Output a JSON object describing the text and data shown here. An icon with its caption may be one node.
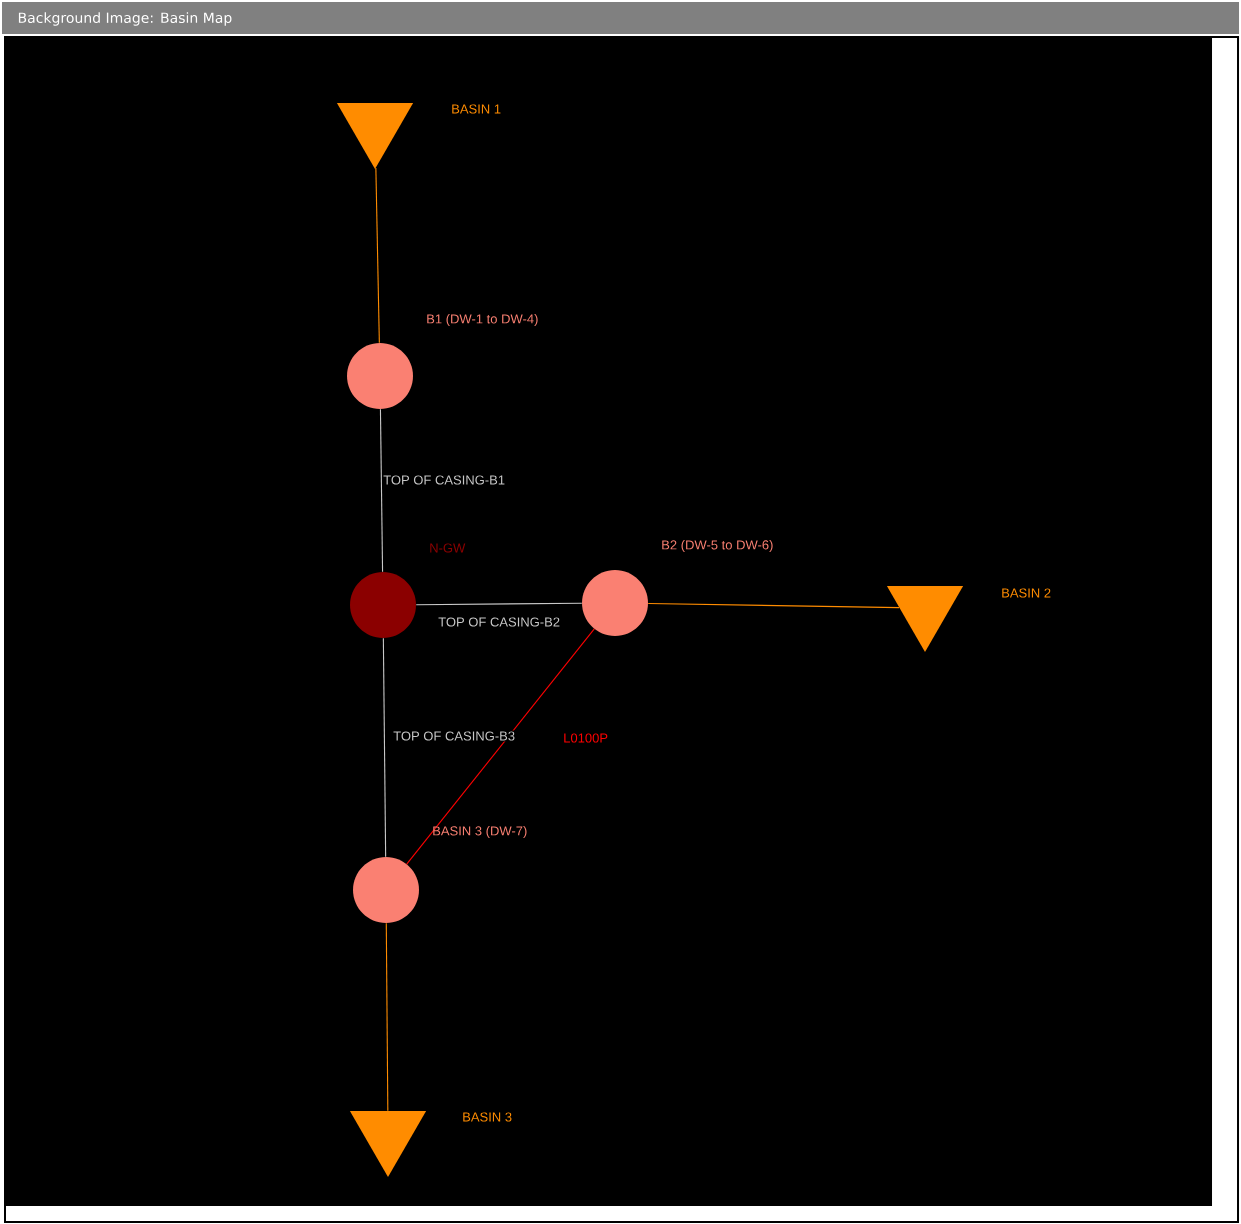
{
  "diagram": {
    "title": "Background Image: Basin Map",
    "nodes": [
      {
        "text": [],
        "shape": "triangle",
        "beside": [
          "BASIN 1"
        ]
      },
      {
        "text": [],
        "shape": "circle",
        "beside": [
          "B1 (DW-1 to DW-4)"
        ]
      },
      {
        "text": [],
        "shape": "circle",
        "beside": [
          "N-GW"
        ]
      },
      {
        "text": [],
        "shape": "circle",
        "beside": [
          "B2 (DW-5 to DW-6)"
        ]
      },
      {
        "text": [],
        "shape": "triangle",
        "beside": [
          "BASIN 2"
        ]
      },
      {
        "text": [],
        "shape": "circle",
        "beside": [
          "BASIN 3 (DW-7)"
        ]
      },
      {
        "text": [],
        "shape": "triangle",
        "beside": [
          "BASIN 3"
        ]
      }
    ],
    "edges": [
      {
        "from": 0,
        "to": 1,
        "arrow": "none",
        "color": "#ff8c00"
      },
      {
        "from": 1,
        "to": 2,
        "arrow": "none",
        "label": "TOP OF CASING-B1",
        "color": "#c8c8c8"
      },
      {
        "from": 2,
        "to": 3,
        "arrow": "none",
        "label": "TOP OF CASING-B2",
        "color": "#c8c8c8"
      },
      {
        "from": 3,
        "to": 4,
        "arrow": "none",
        "color": "#ff8c00"
      },
      {
        "from": 2,
        "to": 5,
        "arrow": "none",
        "label": "TOP OF CASING-B3",
        "color": "#c8c8c8"
      },
      {
        "from": 3,
        "to": 5,
        "arrow": "none",
        "label": "L0100P",
        "color": "#ff0000"
      },
      {
        "from": 5,
        "to": 6,
        "arrow": "none",
        "color": "#ff8c00"
      }
    ]
  }
}
